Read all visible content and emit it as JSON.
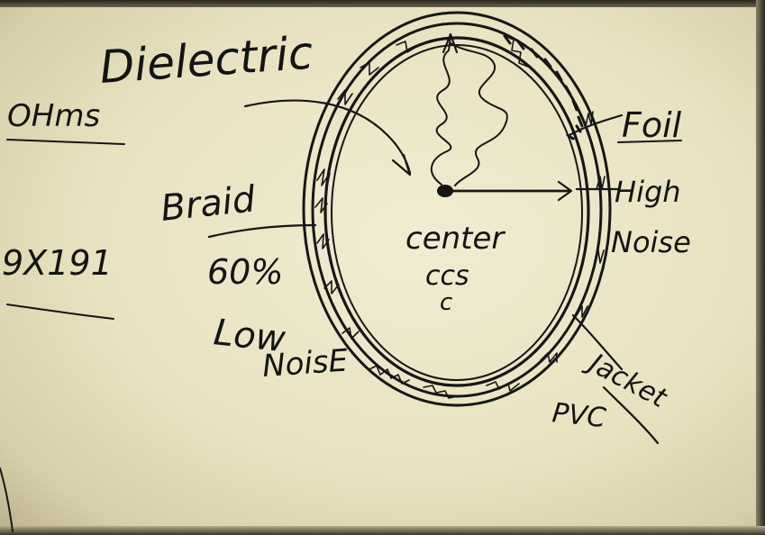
{
  "labels": {
    "dielectric": "Dielectric",
    "ohms": "OHms",
    "ohms_number": "9X191",
    "braid": "Braid",
    "braid_percent": "60%",
    "low": "Low",
    "noise_low": "NoisE",
    "center": "center",
    "ccs": "ccs",
    "c": "c",
    "foil": "Foil",
    "high": "High",
    "noise_high": "Noise",
    "jacket": "Jacket",
    "pvc": "PVC"
  },
  "colors": {
    "whiteboard": "#ece6c7",
    "marker": "#141414",
    "frame": "#2a251c"
  }
}
